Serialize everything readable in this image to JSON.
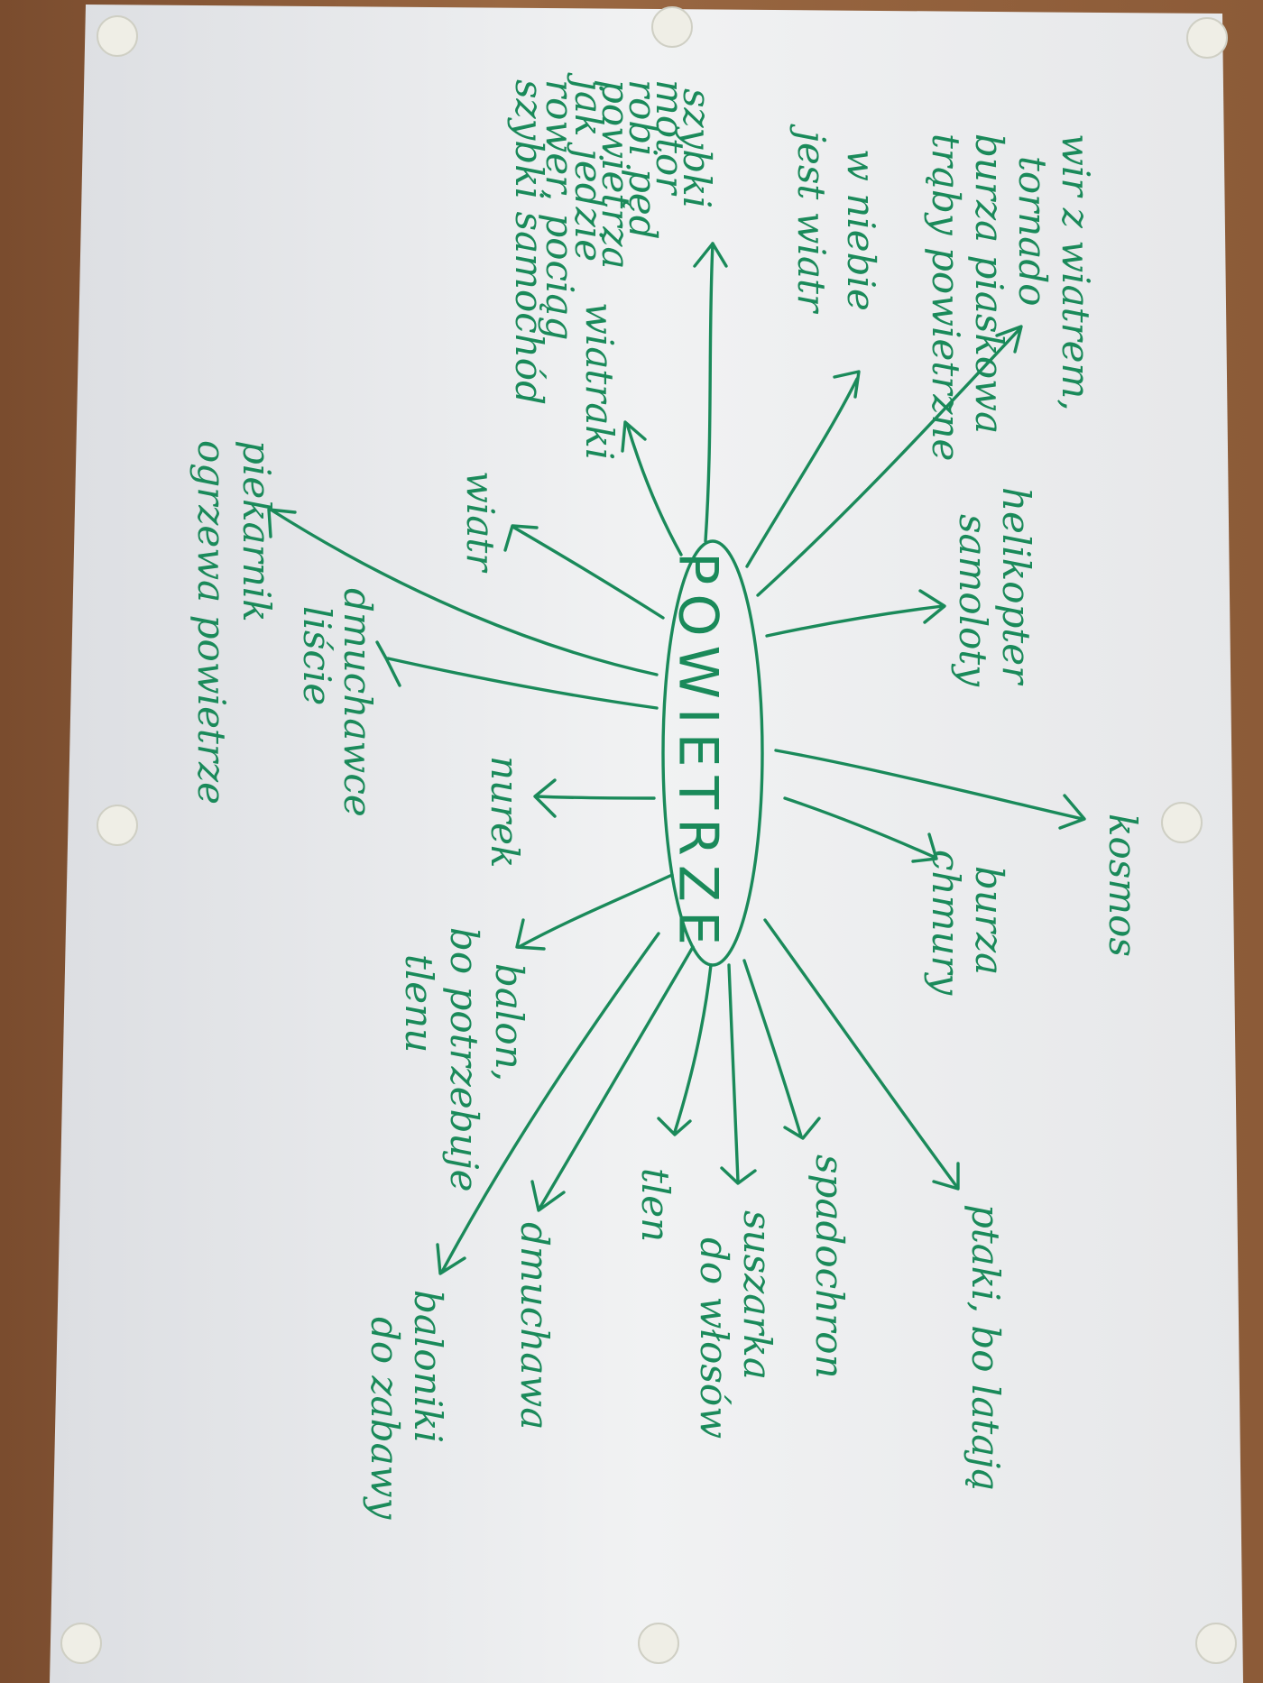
{
  "center": "POWIETRZE",
  "nodes": [
    {
      "id": "wir",
      "lines": [
        "wir z wiatrem,",
        "tornado",
        "burza piaskowa",
        "trąby powietrzne"
      ]
    },
    {
      "id": "niebo",
      "lines": [
        "w niebie",
        "jest wiatr"
      ]
    },
    {
      "id": "szybki",
      "lines": [
        "szybki",
        "motor",
        "robi pęd",
        "powietrza",
        "jak jedzie",
        "rower, pociąg",
        "szybki samochód"
      ]
    },
    {
      "id": "wiatraki",
      "lines": [
        "wiatraki"
      ]
    },
    {
      "id": "wiatr",
      "lines": [
        "wiatr"
      ]
    },
    {
      "id": "piekarnik",
      "lines": [
        "piekarnik",
        "ogrzewa powietrze"
      ]
    },
    {
      "id": "dmuchawce",
      "lines": [
        "dmuchawce",
        "liście"
      ]
    },
    {
      "id": "nurek",
      "lines": [
        "nurek"
      ]
    },
    {
      "id": "balon",
      "lines": [
        "balon,",
        "bo potrzebuje",
        "tlenu"
      ]
    },
    {
      "id": "dmuchawa",
      "lines": [
        "dmuchawa"
      ]
    },
    {
      "id": "baloniki",
      "lines": [
        "baloniki",
        "do zabawy"
      ]
    },
    {
      "id": "tlen",
      "lines": [
        "tlen"
      ]
    },
    {
      "id": "suszarka",
      "lines": [
        "suszarka",
        "do włosów"
      ]
    },
    {
      "id": "spadochron",
      "lines": [
        "spadochron"
      ]
    },
    {
      "id": "ptaki",
      "lines": [
        "ptaki, bo latają"
      ]
    },
    {
      "id": "burza",
      "lines": [
        "burza",
        "chmury"
      ]
    },
    {
      "id": "kosmos",
      "lines": [
        "kosmos"
      ]
    },
    {
      "id": "helikopter",
      "lines": [
        "helikopter",
        "samoloty"
      ]
    }
  ],
  "colors": {
    "ink": "#1a8a5a",
    "paper": "#eeeff0",
    "table": "#8a5a38"
  }
}
